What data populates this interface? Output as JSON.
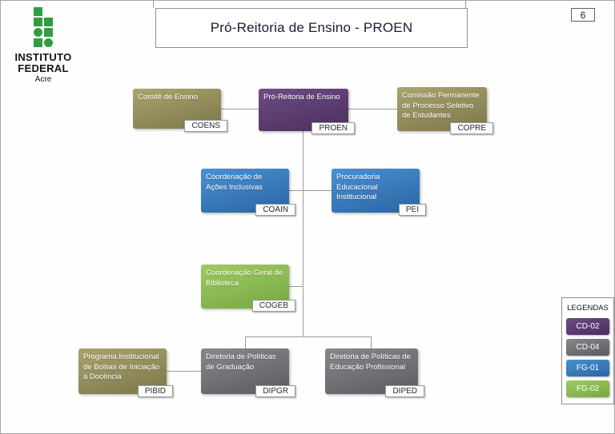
{
  "page": {
    "number": "6",
    "title": "Pró-Reitoria de Ensino - PROEN"
  },
  "logo": {
    "institution_line1": "INSTITUTO",
    "institution_line2": "FEDERAL",
    "campus": "Acre"
  },
  "org_nodes": [
    {
      "id": "coens",
      "label": "Comitê de Ensino",
      "tag": "COENS",
      "color_type": "olive"
    },
    {
      "id": "proen",
      "label": "Pró-Reitoria de Ensino",
      "tag": "PROEN",
      "color_type": "purple"
    },
    {
      "id": "copre",
      "label": "Comissão Permanente de Processo Seletivo de Estudantes",
      "tag": "COPRE",
      "color_type": "olive"
    },
    {
      "id": "coain",
      "label": "Coordenação de Ações Inclusivas",
      "tag": "COAIN",
      "color_type": "blue"
    },
    {
      "id": "pei",
      "label": "Procuradoria Educacional Institucional",
      "tag": "PEI",
      "color_type": "blue"
    },
    {
      "id": "cogeb",
      "label": "Coordenação Geral de Biblioteca",
      "tag": "COGEB",
      "color_type": "green"
    },
    {
      "id": "pibid",
      "label": "Programa Institucional de Bolsas de Iniciação à Docência",
      "tag": "PIBID",
      "color_type": "olive"
    },
    {
      "id": "dipgr",
      "label": "Diretoria de Políticas de Graduação",
      "tag": "DIPGR",
      "color_type": "gray"
    },
    {
      "id": "diped",
      "label": "Diretoria de Políticas de Educação Profissional",
      "tag": "DIPED",
      "color_type": "gray"
    }
  ],
  "legend": {
    "title": "LEGENDAS",
    "items": [
      {
        "label": "CD-02",
        "color_type": "purple"
      },
      {
        "label": "CD-04",
        "color_type": "gray"
      },
      {
        "label": "FG-01",
        "color_type": "blue"
      },
      {
        "label": "FG-02",
        "color_type": "green"
      }
    ]
  },
  "colors": {
    "olive": {
      "light": "#a9a36e",
      "dark": "#7d774a",
      "hex": "#99935f"
    },
    "purple": {
      "light": "#6d4c82",
      "dark": "#4a2f5e",
      "hex": "#5c3a6e"
    },
    "blue": {
      "light": "#4a90d2",
      "dark": "#2b65a4",
      "hex": "#3f7fbf"
    },
    "green": {
      "light": "#9ecb61",
      "dark": "#78a743",
      "hex": "#8cba52"
    },
    "gray": {
      "light": "#87878c",
      "dark": "#5b5b60",
      "hex": "#77777b"
    },
    "logo_green": {
      "hex": "#2f9e41"
    }
  }
}
